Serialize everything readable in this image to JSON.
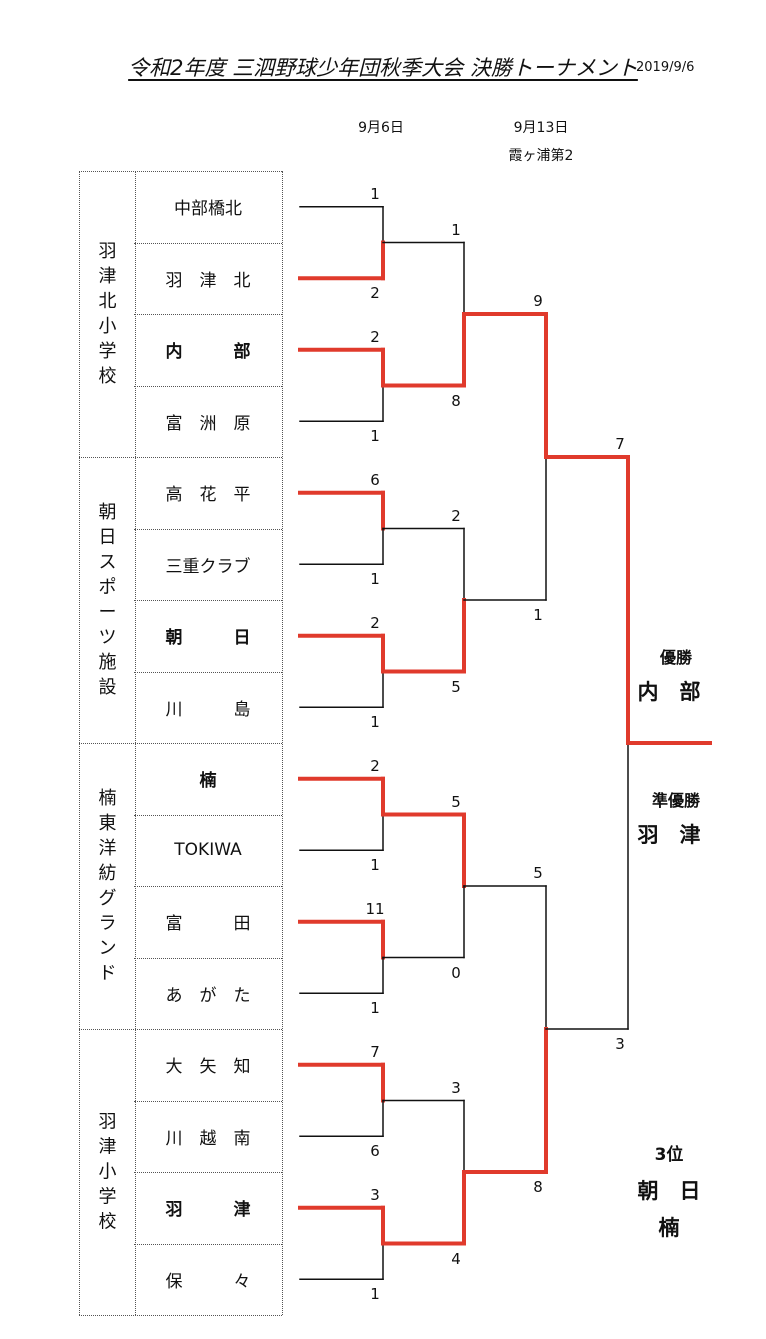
{
  "title": "令和2年度 三泗野球少年団秋季大会 決勝トーナメント",
  "date": "2019/9/6",
  "rounds": {
    "r1_date": "9月6日",
    "r2_date": "9月13日",
    "r2_venue": "霞ヶ浦第2"
  },
  "venues": [
    {
      "name": "羽津北小学校"
    },
    {
      "name": "朝日スポーツ施設"
    },
    {
      "name": "楠東洋紡グランド"
    },
    {
      "name": "羽津小学校"
    }
  ],
  "teams": [
    {
      "name": "中部橋北",
      "bold": false
    },
    {
      "name": "羽　津　北",
      "bold": false
    },
    {
      "name": "内　　　部",
      "bold": true
    },
    {
      "name": "富　洲　原",
      "bold": false
    },
    {
      "name": "高　花　平",
      "bold": false
    },
    {
      "name": "三重クラブ",
      "bold": false
    },
    {
      "name": "朝　　　日",
      "bold": true
    },
    {
      "name": "川　　　島",
      "bold": false
    },
    {
      "name": "楠",
      "bold": true
    },
    {
      "name": "TOKIWA",
      "bold": false
    },
    {
      "name": "富　　　田",
      "bold": false
    },
    {
      "name": "あ　が　た",
      "bold": false
    },
    {
      "name": "大　矢　知",
      "bold": false
    },
    {
      "name": "川　越　南",
      "bold": false
    },
    {
      "name": "羽　　　津",
      "bold": true
    },
    {
      "name": "保　　　々",
      "bold": false
    }
  ],
  "matches": {
    "round1": [
      {
        "top_score": "1",
        "bottom_score": "2",
        "winner": "bottom"
      },
      {
        "top_score": "2",
        "bottom_score": "1",
        "winner": "top"
      },
      {
        "top_score": "6",
        "bottom_score": "1",
        "winner": "top"
      },
      {
        "top_score": "2",
        "bottom_score": "1",
        "winner": "top"
      },
      {
        "top_score": "2",
        "bottom_score": "1",
        "winner": "top"
      },
      {
        "top_score": "11",
        "bottom_score": "1",
        "winner": "top"
      },
      {
        "top_score": "7",
        "bottom_score": "6",
        "winner": "top"
      },
      {
        "top_score": "3",
        "bottom_score": "1",
        "winner": "top"
      }
    ],
    "round2": [
      {
        "top_score": "1",
        "bottom_score": "8",
        "winner": "bottom"
      },
      {
        "top_score": "2",
        "bottom_score": "5",
        "winner": "bottom"
      },
      {
        "top_score": "5",
        "bottom_score": "0",
        "winner": "top"
      },
      {
        "top_score": "3",
        "bottom_score": "4",
        "winner": "bottom"
      }
    ],
    "semifinals": [
      {
        "top_score": "9",
        "bottom_score": "1",
        "winner": "top"
      },
      {
        "top_score": "5",
        "bottom_score": "8",
        "winner": "bottom"
      }
    ],
    "final": {
      "top_score": "7",
      "bottom_score": "3",
      "winner": "top"
    }
  },
  "results": {
    "champion_label": "優勝",
    "champion": "内　部",
    "runner_up_label": "準優勝",
    "runner_up": "羽　津",
    "third_label": "3位",
    "third": [
      "朝　日",
      "楠"
    ]
  },
  "colors": {
    "winner_line": "#e03a2c",
    "loser_line": "#111111"
  }
}
